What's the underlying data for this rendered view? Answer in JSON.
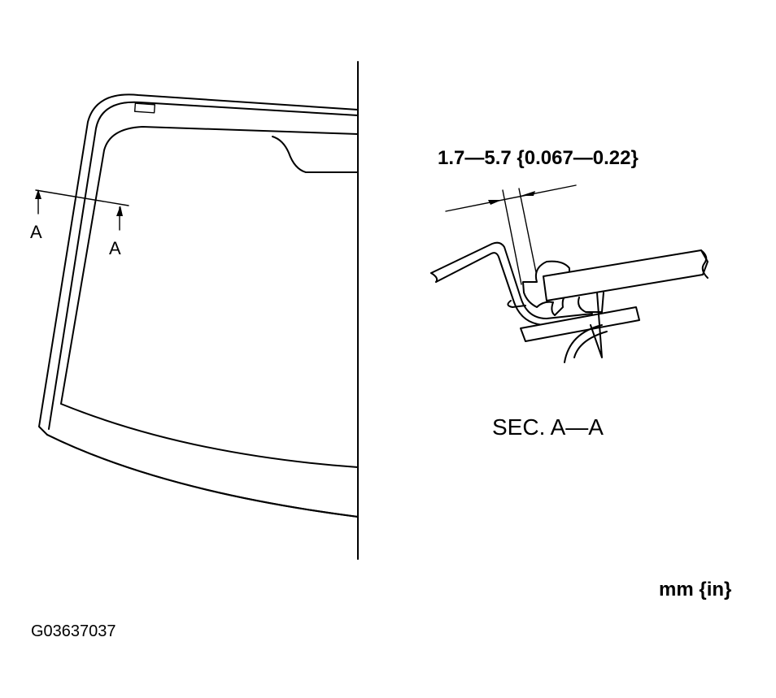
{
  "labels": {
    "section_marker_left": "A",
    "section_marker_right": "A",
    "dimension": "1.7—5.7 {0.067—0.22}",
    "section_title": "SEC. A—A",
    "units": "mm {in}",
    "figure_id": "G03637037"
  }
}
